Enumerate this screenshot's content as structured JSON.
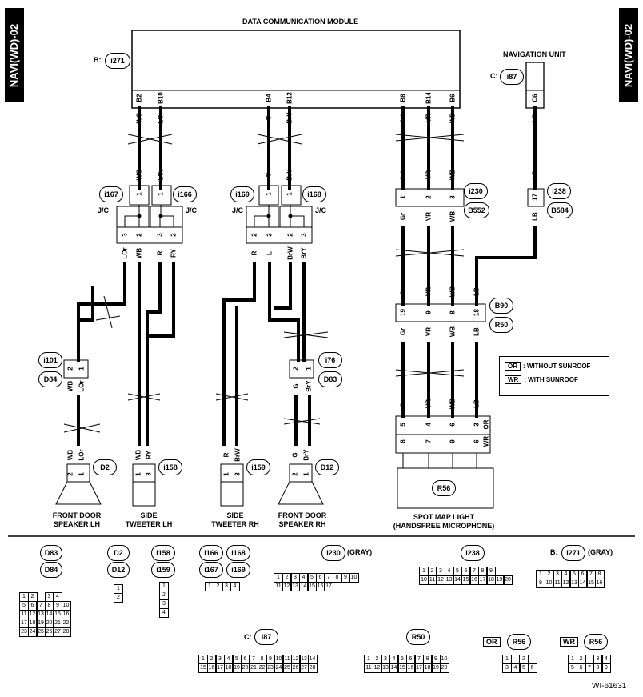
{
  "side_tab": "NAVI(WD)-02",
  "module_title": "DATA COMMUNICATION MODULE",
  "module_conn_prefix": "B:",
  "module_conn": "i271",
  "module_pins": [
    "B2",
    "B10",
    "B4",
    "B12",
    "B8",
    "B14",
    "B6"
  ],
  "module_wires": [
    "WG",
    "LOr",
    "G",
    "BrY",
    "GrL",
    "VR",
    "WB"
  ],
  "nav_title": "NAVIGATION UNIT",
  "nav_conn_prefix": "C:",
  "nav_conn": "i87",
  "nav_pin": "C6",
  "nav_wire": "LB",
  "jc_left": {
    "conn_a": "i167",
    "conn_b": "i166",
    "label": "J/C",
    "top_wires": [
      "WG",
      "LOr"
    ],
    "top_pins": [
      "1",
      "1"
    ],
    "bottom_pins": [
      "3",
      "2",
      "3",
      "2"
    ],
    "bottom_wires": [
      "LOr",
      "WB",
      "R",
      "RY"
    ]
  },
  "jc_right": {
    "conn_a": "i169",
    "conn_b": "i168",
    "label": "J/C",
    "top_wires": [
      "G",
      "BrY"
    ],
    "top_pins": [
      "1",
      "1"
    ],
    "bottom_pins": [
      "2",
      "3",
      "2",
      "3"
    ],
    "bottom_wires": [
      "R",
      "L",
      "BrW",
      "BrY"
    ]
  },
  "i230": {
    "conn": "i230",
    "conn2": "B552",
    "top_wires": [
      "GrL",
      "VR",
      "WB"
    ],
    "pins": [
      "1",
      "2",
      "3"
    ],
    "bottom_wires": [
      "Gr",
      "VR",
      "WB"
    ]
  },
  "i238": {
    "conn": "i238",
    "conn2": "B584",
    "top_wire": "LB",
    "pin": "17",
    "bottom_wire": "LB"
  },
  "b90": {
    "conn": "B90",
    "conn2": "R50",
    "top_wires": [
      "Gr",
      "VR",
      "WB",
      "LB"
    ],
    "pins": [
      "19",
      "9",
      "8",
      "18"
    ],
    "bottom_wires": [
      "Gr",
      "VR",
      "WB",
      "LB"
    ]
  },
  "r56_conn": {
    "top_wires": [
      "Gr",
      "VR",
      "WB",
      "LB"
    ],
    "top_pins": [
      "5",
      "4",
      "6",
      "3"
    ],
    "or_label": "OR",
    "bottom_pins": [
      "8",
      "7",
      "9",
      "6"
    ],
    "wr_label": "WR"
  },
  "i101": {
    "conn": "i101",
    "conn2": "D84",
    "pins": [
      "2",
      "1"
    ],
    "wires": [
      "WB",
      "LOr"
    ]
  },
  "i76": {
    "conn": "i76",
    "conn2": "D83",
    "pins": [
      "2",
      "1"
    ],
    "wires": [
      "G",
      "BrY"
    ]
  },
  "legend": {
    "or_code": "OR",
    "or_text": ": WITHOUT SUNROOF",
    "wr_code": "WR",
    "wr_text": ": WITH SUNROOF"
  },
  "components": [
    {
      "conn": "D2",
      "wires": [
        "WB",
        "LOr"
      ],
      "pins": [
        "2",
        "1"
      ],
      "label1": "FRONT DOOR",
      "label2": "SPEAKER LH"
    },
    {
      "conn": "i158",
      "wires": [
        "WB",
        "RY"
      ],
      "pins": [
        "1",
        "3"
      ],
      "label1": "SIDE",
      "label2": "TWEETER LH"
    },
    {
      "conn": "i159",
      "wires": [
        "R",
        "BrW"
      ],
      "pins": [
        "1",
        "3"
      ],
      "label1": "SIDE",
      "label2": "TWEETER RH"
    },
    {
      "conn": "D12",
      "wires": [
        "G",
        "BrY"
      ],
      "pins": [
        "2",
        "1"
      ],
      "label1": "FRONT DOOR",
      "label2": "SPEAKER RH"
    }
  ],
  "spot_conn": "R56",
  "spot_label1": "SPOT MAP LIGHT",
  "spot_label2": "(HANDSFREE MICROPHONE)",
  "connector_views": {
    "d83": "D83",
    "d84": "D84",
    "d2": "D2",
    "d12": "D12",
    "i158": "i158",
    "i159": "i159",
    "i166": "i166",
    "i168": "i168",
    "i167": "i167",
    "i169": "i169",
    "i230": "i230",
    "i230_note": "(GRAY)",
    "i238": "i238",
    "i271_prefix": "B:",
    "i271": "i271",
    "i271_note": "(GRAY)",
    "i87_prefix": "C:",
    "i87": "i87",
    "r50": "R50",
    "or_code": "OR",
    "r56_or": "R56",
    "wr_code": "WR",
    "r56_wr": "R56"
  },
  "grid_d83": [
    [
      "1",
      "2",
      "",
      "3",
      "4"
    ],
    [
      "5",
      "6",
      "7",
      "8",
      "9",
      "10"
    ],
    [
      "11",
      "12",
      "13",
      "14",
      "15",
      "16"
    ],
    [
      "17",
      "18",
      "19",
      "20",
      "21",
      "22"
    ],
    [
      "23",
      "24",
      "25",
      "26",
      "27",
      "28"
    ]
  ],
  "grid_d2": [
    "1",
    "2"
  ],
  "grid_i158": [
    "1",
    "2",
    "3",
    "4"
  ],
  "grid_i166": [
    "1",
    "2",
    "3",
    "4"
  ],
  "grid_i230": [
    [
      "1",
      "2",
      "3",
      "4",
      "5",
      "6",
      "7",
      "8",
      "9",
      "10"
    ],
    [
      "11",
      "12",
      "13",
      "14",
      "15",
      "16",
      "17"
    ]
  ],
  "grid_i238": [
    [
      "1",
      "2",
      "3",
      "4",
      "5",
      "6",
      "7",
      "8",
      "9"
    ],
    [
      "10",
      "11",
      "12",
      "13",
      "14",
      "15",
      "16",
      "17",
      "18",
      "19",
      "20"
    ]
  ],
  "grid_i271": [
    [
      "1",
      "2",
      "3",
      "4",
      "5",
      "6",
      "7",
      "8"
    ],
    [
      "9",
      "10",
      "11",
      "12",
      "13",
      "14",
      "15",
      "16"
    ]
  ],
  "grid_i87": [
    [
      "1",
      "2",
      "3",
      "4",
      "5",
      "6",
      "7",
      "8",
      "9",
      "10",
      "11",
      "12",
      "13",
      "14"
    ],
    [
      "15",
      "16",
      "17",
      "18",
      "19",
      "20",
      "21",
      "22",
      "23",
      "24",
      "25",
      "26",
      "27",
      "28"
    ]
  ],
  "grid_r50": [
    [
      "1",
      "2",
      "3",
      "4",
      "5",
      "6",
      "7",
      "8",
      "9",
      "10"
    ],
    [
      "11",
      "12",
      "13",
      "14",
      "15",
      "16",
      "17",
      "18",
      "19",
      "20"
    ]
  ],
  "grid_r56_or": [
    [
      "1",
      "",
      "2"
    ],
    [
      "3",
      "4",
      "5",
      "6"
    ]
  ],
  "grid_r56_wr": [
    [
      "1",
      "2",
      "",
      "3",
      "4"
    ],
    [
      "5",
      "6",
      "7",
      "8",
      "9"
    ]
  ],
  "doc_id": "WI-61631"
}
